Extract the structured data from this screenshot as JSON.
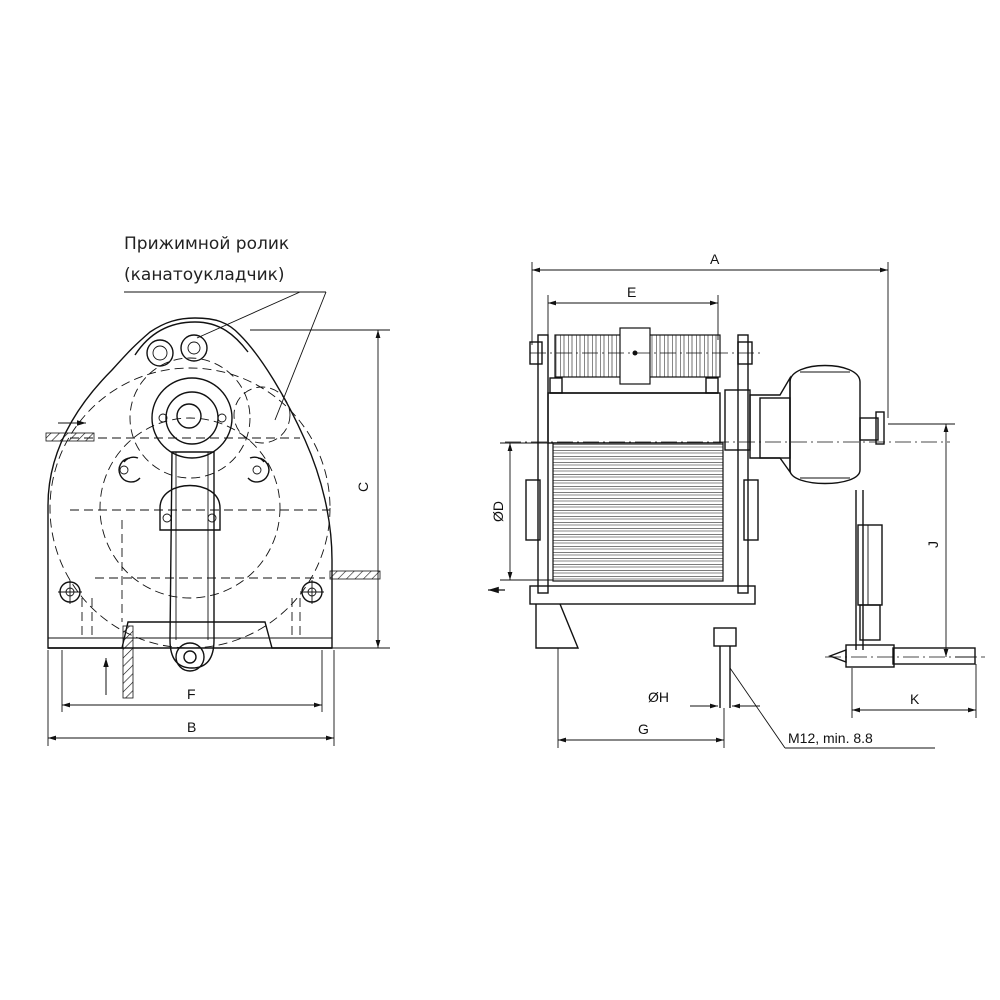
{
  "callout": {
    "line1": "Прижимной ролик",
    "line2": "(канатоукладчик)"
  },
  "dimensions": {
    "A": "A",
    "B": "B",
    "C": "C",
    "D": "ØD",
    "E": "E",
    "F": "F",
    "G": "G",
    "H": "ØH",
    "J": "J",
    "K": "K"
  },
  "bolt_note": "M12, min. 8.8"
}
